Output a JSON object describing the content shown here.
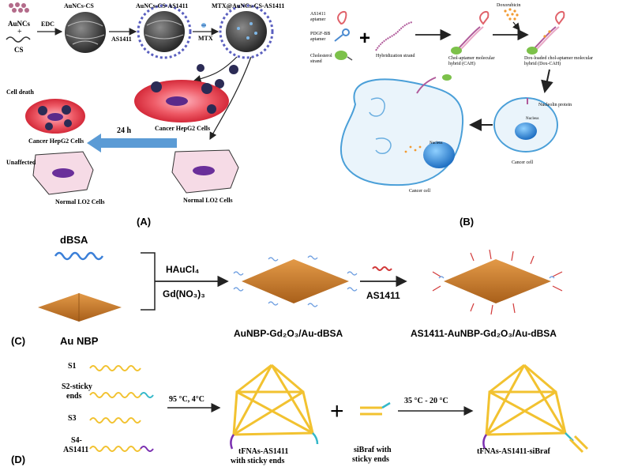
{
  "panel_a": {
    "tag": "(A)",
    "reagent_top": "AuNCs",
    "reagent_mid": "+",
    "reagent_bottom": "CS",
    "step1_reagent": "EDC",
    "stage1_label": "AuNCs-CS",
    "step2_reagent": "AS1411",
    "stage2_label": "AuNCs-CS-AS1411",
    "step3_reagent": "MTX",
    "stage3_label": "MTX@AuNCs-CS-AS1411",
    "cell_death": "Cell death",
    "cancer_cells_left": "Cancer HepG2 Cells",
    "cancer_cells_center": "Cancer HepG2 Cells",
    "time_label": "24 h",
    "unaffected": "Unaffected",
    "normal_cells_left": "Normal LO2 Cells",
    "normal_cells_right": "Normal LO2 Cells"
  },
  "panel_b": {
    "tag": "(B)",
    "aptamer_as1411": [
      "AS1411",
      "aptamer"
    ],
    "aptamer_pdgf": [
      "PDGF-BB",
      "aptamer"
    ],
    "chol_strand": [
      "Cholesterol",
      "strand"
    ],
    "plus": "+",
    "hybridization": "Hybridization strand",
    "cah_label": [
      "Chol-aptamer molecular",
      "hybrid (CAH)"
    ],
    "doxorubicin": "Doxorubicin",
    "dox_cah_label": [
      "Dox-loaded chol-aptamer molecular",
      "hybrid (Dox-CAH)"
    ],
    "nucleolin": "Nucleolin protein",
    "nucleus_small": "Nucleus",
    "cancer_cell_small": "Cancer cell",
    "nucleus_big": "Nucleus",
    "cancer_cell_big": "Cancer cell"
  },
  "panel_c": {
    "tag": "(C)",
    "dbsa": "dBSA",
    "au_nbp": "Au NBP",
    "reagent_1": "HAuCl₄",
    "reagent_2": "Gd(NO₃)₃",
    "product_1": "AuNBP-Gd₂O₃/Au-dBSA",
    "step_reagent": "AS1411",
    "product_2": "AS1411-AuNBP-Gd₂O₃/Au-dBSA"
  },
  "panel_d": {
    "tag": "(D)",
    "s1": "S1",
    "s2": [
      "S2-sticky",
      "ends"
    ],
    "s3": "S3",
    "s4": [
      "S4-",
      "AS1411"
    ],
    "cond_1": "95 °C, 4°C",
    "product_1": [
      "tFNAs-AS1411",
      "with sticky ends"
    ],
    "plus": "+",
    "sirna": [
      "siBraf with",
      "sticky ends"
    ],
    "cond_2": "35 °C - 20 °C",
    "product_2": "tFNAs-AS1411-siBraf"
  },
  "colors": {
    "gold": "#c97a2a",
    "dna_yellow": "#f2c230",
    "dna_cyan": "#34b8c9",
    "dna_purple": "#7a2fb0",
    "cancer_red": "#e8505a",
    "normal_pink": "#f6dbe6",
    "arrow_blue": "#5b9bd5",
    "cell_blue": "#4a9fd8"
  }
}
